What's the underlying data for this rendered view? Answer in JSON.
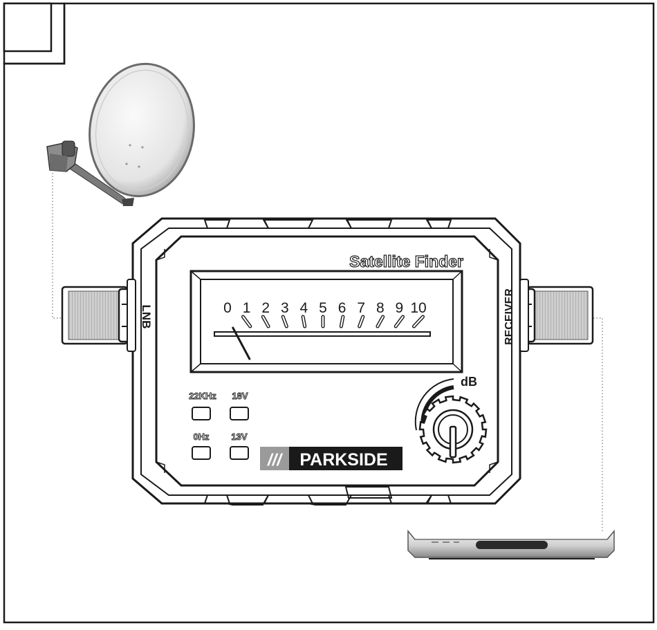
{
  "device": {
    "title": "Satellite Finder",
    "brand": "PARKSIDE",
    "brand_mark": "///",
    "unit_label": "dB",
    "port_left_label": "LNB",
    "port_right_label": "RECEIVER"
  },
  "meter": {
    "scale": [
      "0",
      "1",
      "2",
      "3",
      "4",
      "5",
      "6",
      "7",
      "8",
      "9",
      "10"
    ],
    "needle_value": 0.5
  },
  "indicators": {
    "khz22": "22KHz",
    "v18": "18V",
    "hz0": "0Hz",
    "v13": "13V"
  },
  "icons": {
    "dish": "satellite-dish-icon",
    "receiver": "receiver-box-icon",
    "knob": "gain-knob-icon"
  },
  "colors": {
    "outline": "#1a1a1a",
    "body": "#ffffff",
    "connector": "#bdbdbd",
    "dish_light": "#f2f2f2",
    "dish_dark": "#8a8a8a",
    "receiver_bar": "#2a2a2a"
  }
}
